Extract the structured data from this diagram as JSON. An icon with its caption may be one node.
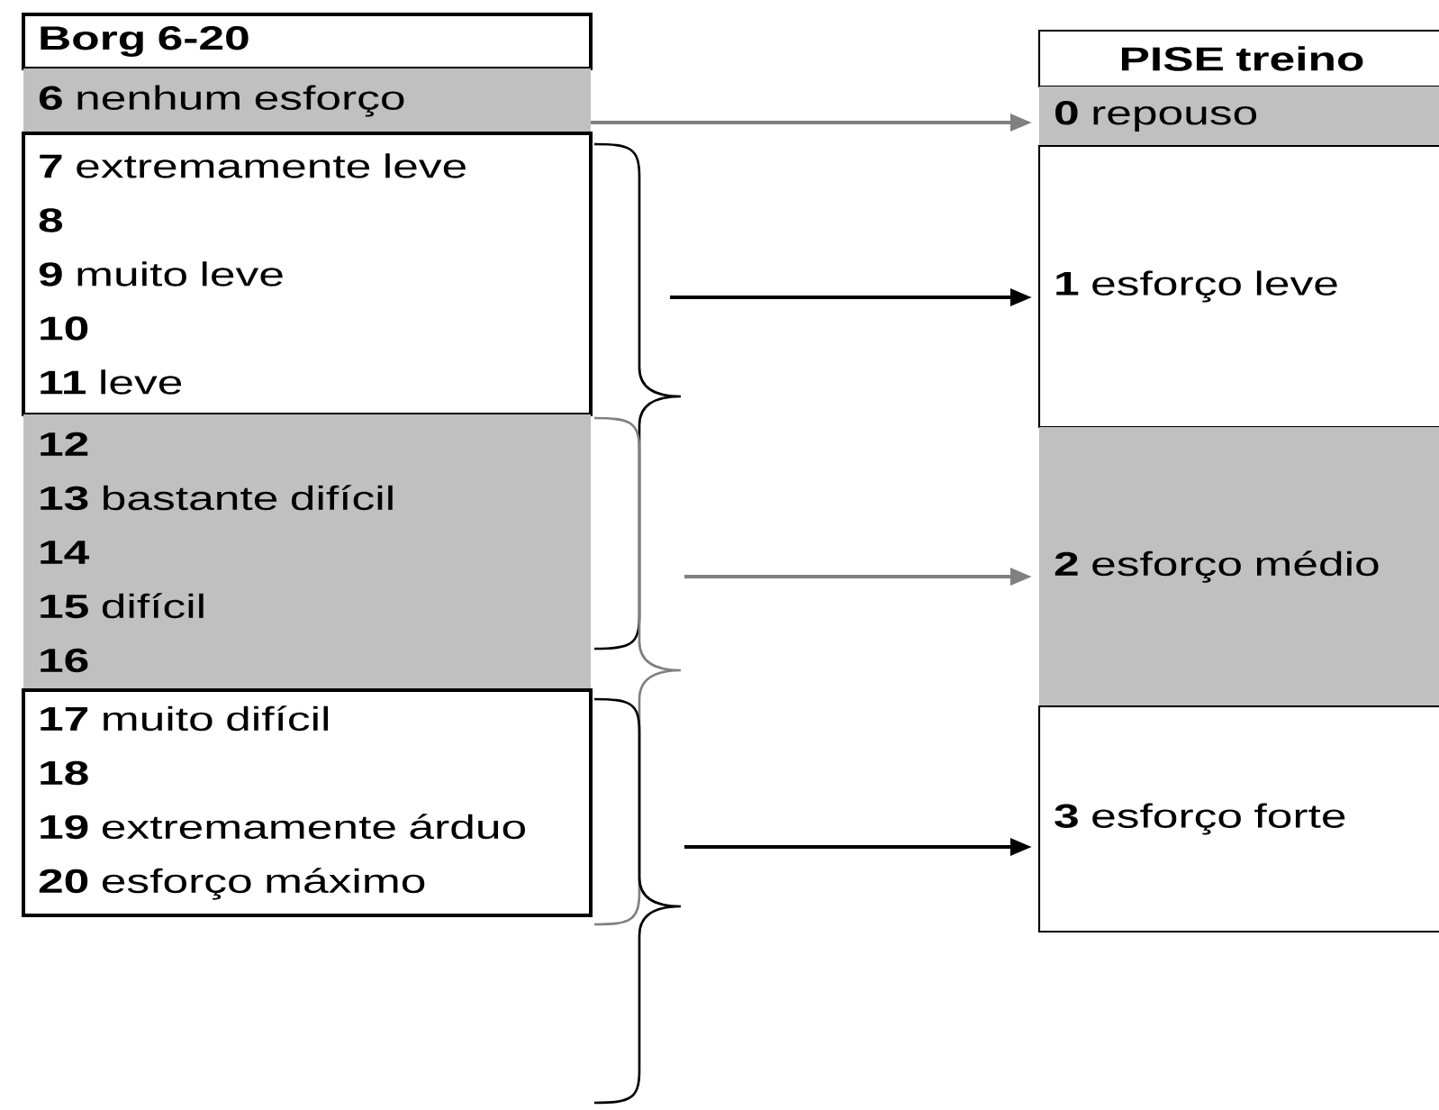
{
  "diagram": {
    "nodes": [
      {
        "text": [
          "Borg 6-20"
        ]
      },
      {
        "text": [
          "**6** nenhum esforço"
        ]
      },
      {
        "text": [
          "**7** extremamente leve",
          "**8**",
          "**9** muito leve",
          "**10**",
          "**11** leve"
        ]
      },
      {
        "text": [
          "**12**",
          "**13** bastante difícil",
          "**14**",
          "**15** difícil",
          "**16**"
        ]
      },
      {
        "text": [
          "**17** muito difícil",
          "**18**",
          "**19** extremamente árduo",
          "**20** esforço máximo"
        ]
      },
      {
        "text": [
          "PISE treino"
        ]
      },
      {
        "text": [
          "**0** repouso"
        ]
      },
      {
        "text": [
          "**1** esforço leve"
        ]
      },
      {
        "text": [
          "**2** esforço médio"
        ]
      },
      {
        "text": [
          "**3** esforço forte"
        ]
      }
    ],
    "edges": [
      {
        "from": 1,
        "to": 6,
        "arrow": "to",
        "color": "#808080"
      },
      {
        "from": 2,
        "to": 7,
        "arrow": "to",
        "color": "#000000"
      },
      {
        "from": 3,
        "to": 8,
        "arrow": "to",
        "color": "#808080"
      },
      {
        "from": 4,
        "to": 9,
        "arrow": "to",
        "color": "#000000"
      }
    ]
  }
}
